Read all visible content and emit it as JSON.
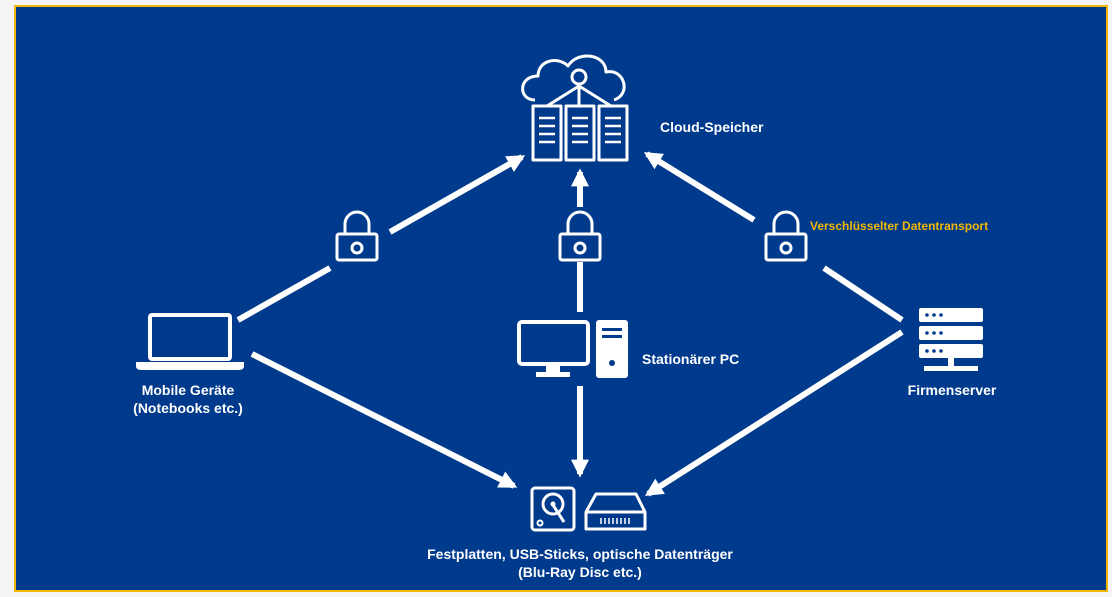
{
  "colors": {
    "background": "#003a8c",
    "border": "#f2b705",
    "foreground": "#ffffff",
    "accent": "#f2b705"
  },
  "nodes": {
    "cloud": {
      "label": "Cloud-Speicher",
      "icon": "cloud-server-icon"
    },
    "mobile": {
      "label_line1": "Mobile Geräte",
      "label_line2": "(Notebooks etc.)",
      "icon": "laptop-icon"
    },
    "pc": {
      "label": "Stationärer PC",
      "icon": "desktop-pc-icon"
    },
    "server": {
      "label": "Firmenserver",
      "icon": "server-rack-icon"
    },
    "storage": {
      "label_line1": "Festplatten, USB-Sticks, optische Datenträger",
      "label_line2": "(Blu-Ray Disc etc.)",
      "icons": [
        "hard-disk-icon",
        "external-drive-icon"
      ]
    }
  },
  "annotation": {
    "encrypted_transport": "Verschlüsselter Datentransport"
  },
  "locks": [
    "lock-icon",
    "lock-icon",
    "lock-icon"
  ]
}
